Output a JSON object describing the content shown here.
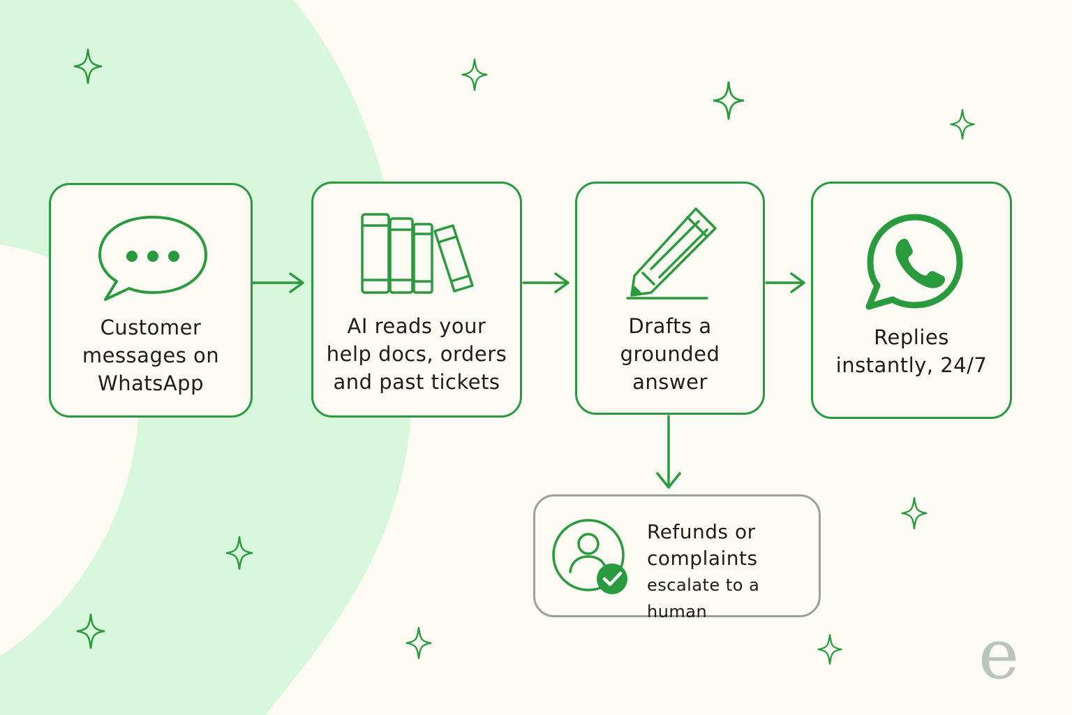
{
  "colors": {
    "accent": "#2a9a3e",
    "background": "#fbfaf3",
    "blob": "#d9f7dc",
    "escalate_border": "#9aa29a"
  },
  "steps": [
    {
      "lines": [
        "Customer",
        "messages on",
        "WhatsApp"
      ],
      "icon": "chat-bubble-icon"
    },
    {
      "lines": [
        "AI reads your",
        "help docs, orders",
        "and past tickets"
      ],
      "icon": "books-icon"
    },
    {
      "lines": [
        "Drafts a",
        "grounded",
        "answer"
      ],
      "icon": "pencil-icon"
    },
    {
      "lines": [
        "Replies",
        "instantly, 24/7"
      ],
      "icon": "whatsapp-icon"
    }
  ],
  "escalation": {
    "lines": [
      "Refunds or",
      "complaints",
      "escalate to a human"
    ],
    "icon": "person-check-icon"
  },
  "brand_mark": "e"
}
